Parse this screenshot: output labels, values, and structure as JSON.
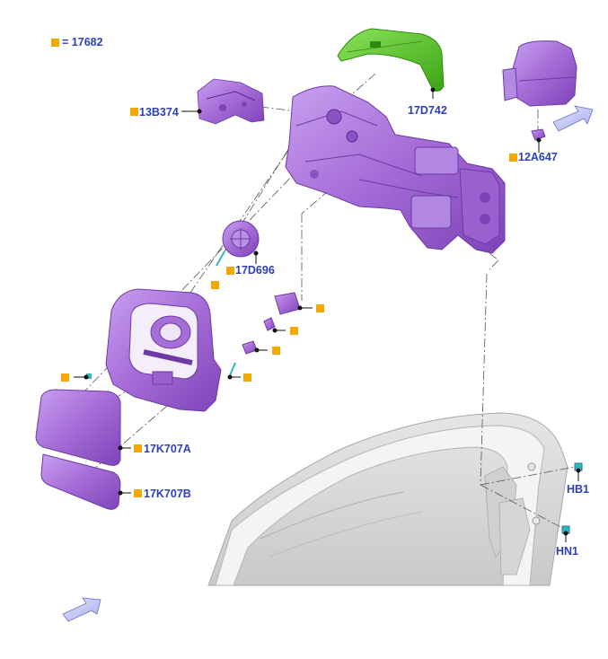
{
  "legend": {
    "symbol_color": "#f5a800",
    "equals": "=",
    "code": "17682"
  },
  "labels": {
    "p17d742": "17D742",
    "p13b374": "13B374",
    "p12a647": "12A647",
    "p17d696": "17D696",
    "p17k707a": "17K707A",
    "p17k707b": "17K707B",
    "hb1": "HB1",
    "hn1": "HN1"
  },
  "colors": {
    "part_purple": "#a66fd8",
    "cap_green": "#52c41a",
    "label_blue": "#2b3fb8",
    "marker_orange": "#f5a800",
    "door_gray": "#d8d8d8",
    "arrow_fill": "#c9cdf5"
  }
}
